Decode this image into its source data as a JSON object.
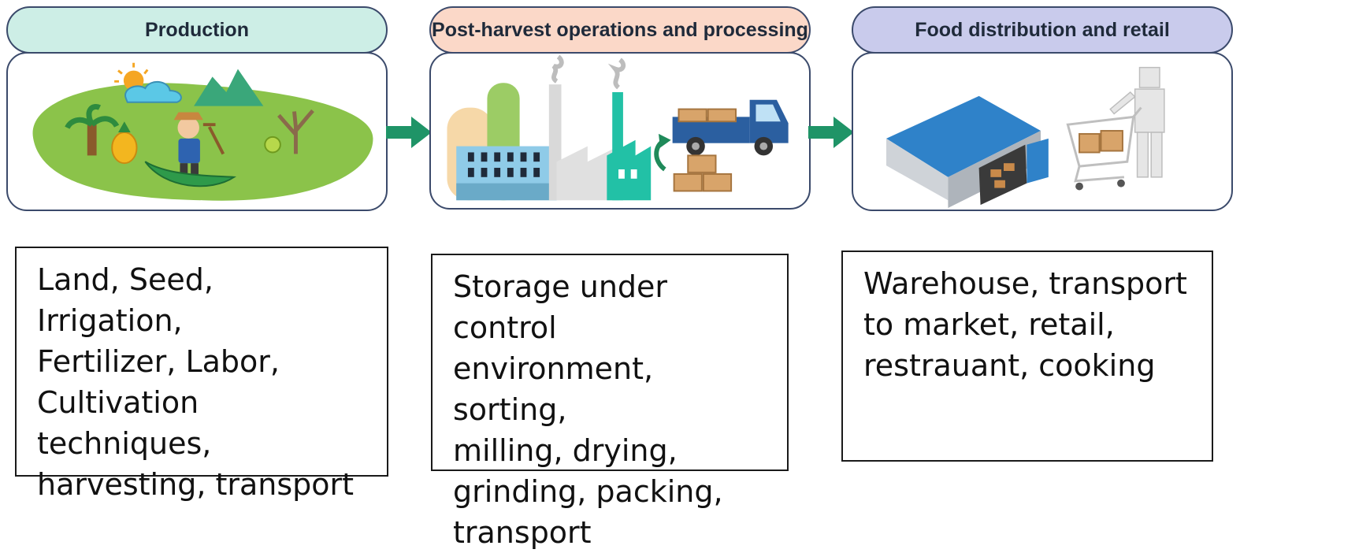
{
  "stages": [
    {
      "title": "Production",
      "title_bg": "#cdeee6",
      "description": "Land, Seed, Irrigation,\nFertilizer, Labor,\nCultivation techniques,\nharvesting, transport"
    },
    {
      "title": "Post-harvest operations and processing",
      "title_bg": "#fbd8c8",
      "description": "Storage under control\nenvironment, sorting,\nmilling, drying,\ngrinding, packing,\ntransport"
    },
    {
      "title": "Food distribution and retail",
      "title_bg": "#c9cbec",
      "description": "Warehouse, transport\nto market, retail,\nrestrauant, cooking"
    }
  ],
  "colors": {
    "arrow": "#1f9467",
    "border": "#3b4a6b",
    "field_green": "#8bc34a",
    "warehouse_roof": "#2f82c9",
    "truck_blue": "#2b5fa0",
    "factory_teal": "#22c1a6"
  },
  "icons": [
    "farm-scene-icon",
    "factory-icon",
    "delivery-truck-icon",
    "warehouse-icon",
    "shopping-cart-icon"
  ]
}
